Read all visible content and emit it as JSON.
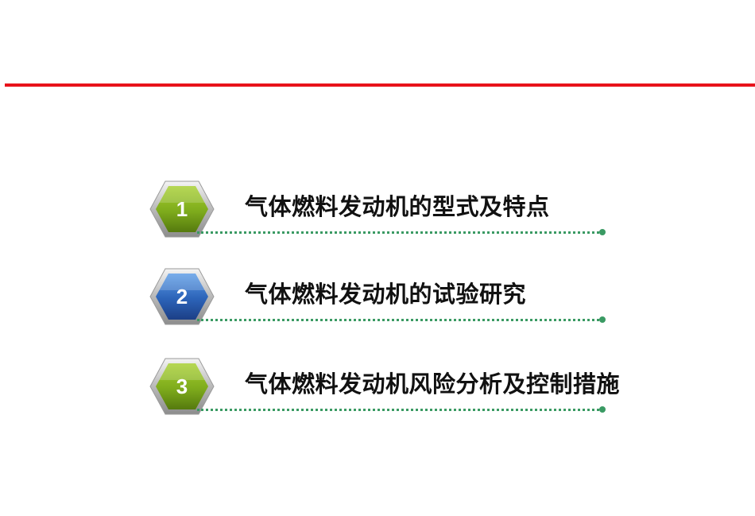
{
  "colors": {
    "top_rule": "#e8121b",
    "green_badge": "#7eab1c",
    "blue_badge": "#2c63b8",
    "dotted_line": "#3a9a63"
  },
  "toc": {
    "items": [
      {
        "number": "1",
        "label": "气体燃料发动机的型式及特点",
        "badge_color": "green"
      },
      {
        "number": "2",
        "label": "气体燃料发动机的试验研究",
        "badge_color": "blue"
      },
      {
        "number": "3",
        "label": "气体燃料发动机风险分析及控制措施",
        "badge_color": "green"
      }
    ]
  }
}
